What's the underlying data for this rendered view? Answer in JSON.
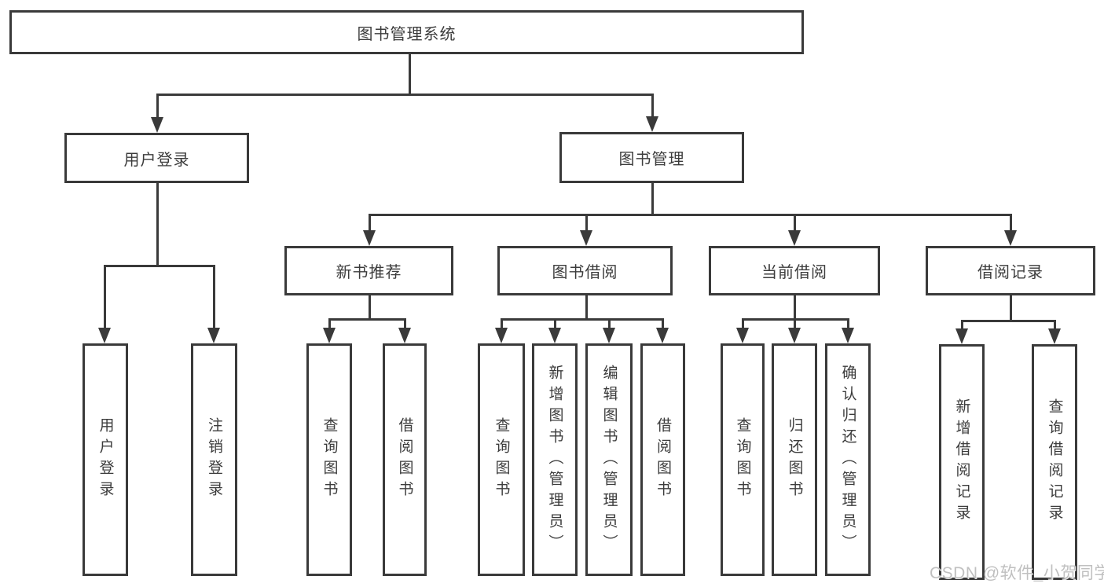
{
  "diagram": {
    "root": {
      "label": "图书管理系统"
    },
    "branches": [
      {
        "label": "用户登录",
        "children": [
          {
            "label": "用户登录"
          },
          {
            "label": "注销登录"
          }
        ]
      },
      {
        "label": "图书管理",
        "children": [
          {
            "label": "新书推荐",
            "children": [
              {
                "label": "查询图书"
              },
              {
                "label": "借阅图书"
              }
            ]
          },
          {
            "label": "图书借阅",
            "children": [
              {
                "label": "查询图书"
              },
              {
                "label": "新增图书（管理员）"
              },
              {
                "label": "编辑图书（管理员）"
              },
              {
                "label": "借阅图书"
              }
            ]
          },
          {
            "label": "当前借阅",
            "children": [
              {
                "label": "查询图书"
              },
              {
                "label": "归还图书"
              },
              {
                "label": "确认归还（管理员）"
              }
            ]
          },
          {
            "label": "借阅记录",
            "children": [
              {
                "label": "新增借阅记录"
              },
              {
                "label": "查询借阅记录"
              }
            ]
          }
        ]
      }
    ]
  },
  "watermark": {
    "text": "CSDN @软件_小贺同学"
  },
  "colors": {
    "background": "#ffffff",
    "box_border": "#3a3a3a",
    "connector_line": "#3a3a3a",
    "text": "#3c3c3c",
    "watermark_text": "#c0c0c0"
  }
}
